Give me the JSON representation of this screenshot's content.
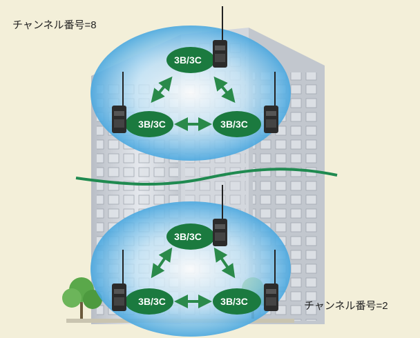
{
  "colors": {
    "background": "#f3efd9",
    "node_green": "#1b7a3f",
    "arrow_green": "#2a8a4a",
    "divider_green": "#1f8a50",
    "coverage_blue": "#5fb4e6",
    "building": "#c7ccd3",
    "radio_body": "#2b2b2b"
  },
  "labels": {
    "top_channel": "チャンネル番号=8",
    "bottom_channel": "チャンネル番号=2"
  },
  "groups": [
    {
      "name": "top",
      "nodes": [
        {
          "label": "3B/3C"
        },
        {
          "label": "3B/3C"
        },
        {
          "label": "3B/3C"
        }
      ]
    },
    {
      "name": "bottom",
      "nodes": [
        {
          "label": "3B/3C"
        },
        {
          "label": "3B/3C"
        },
        {
          "label": "3B/3C"
        }
      ]
    }
  ]
}
